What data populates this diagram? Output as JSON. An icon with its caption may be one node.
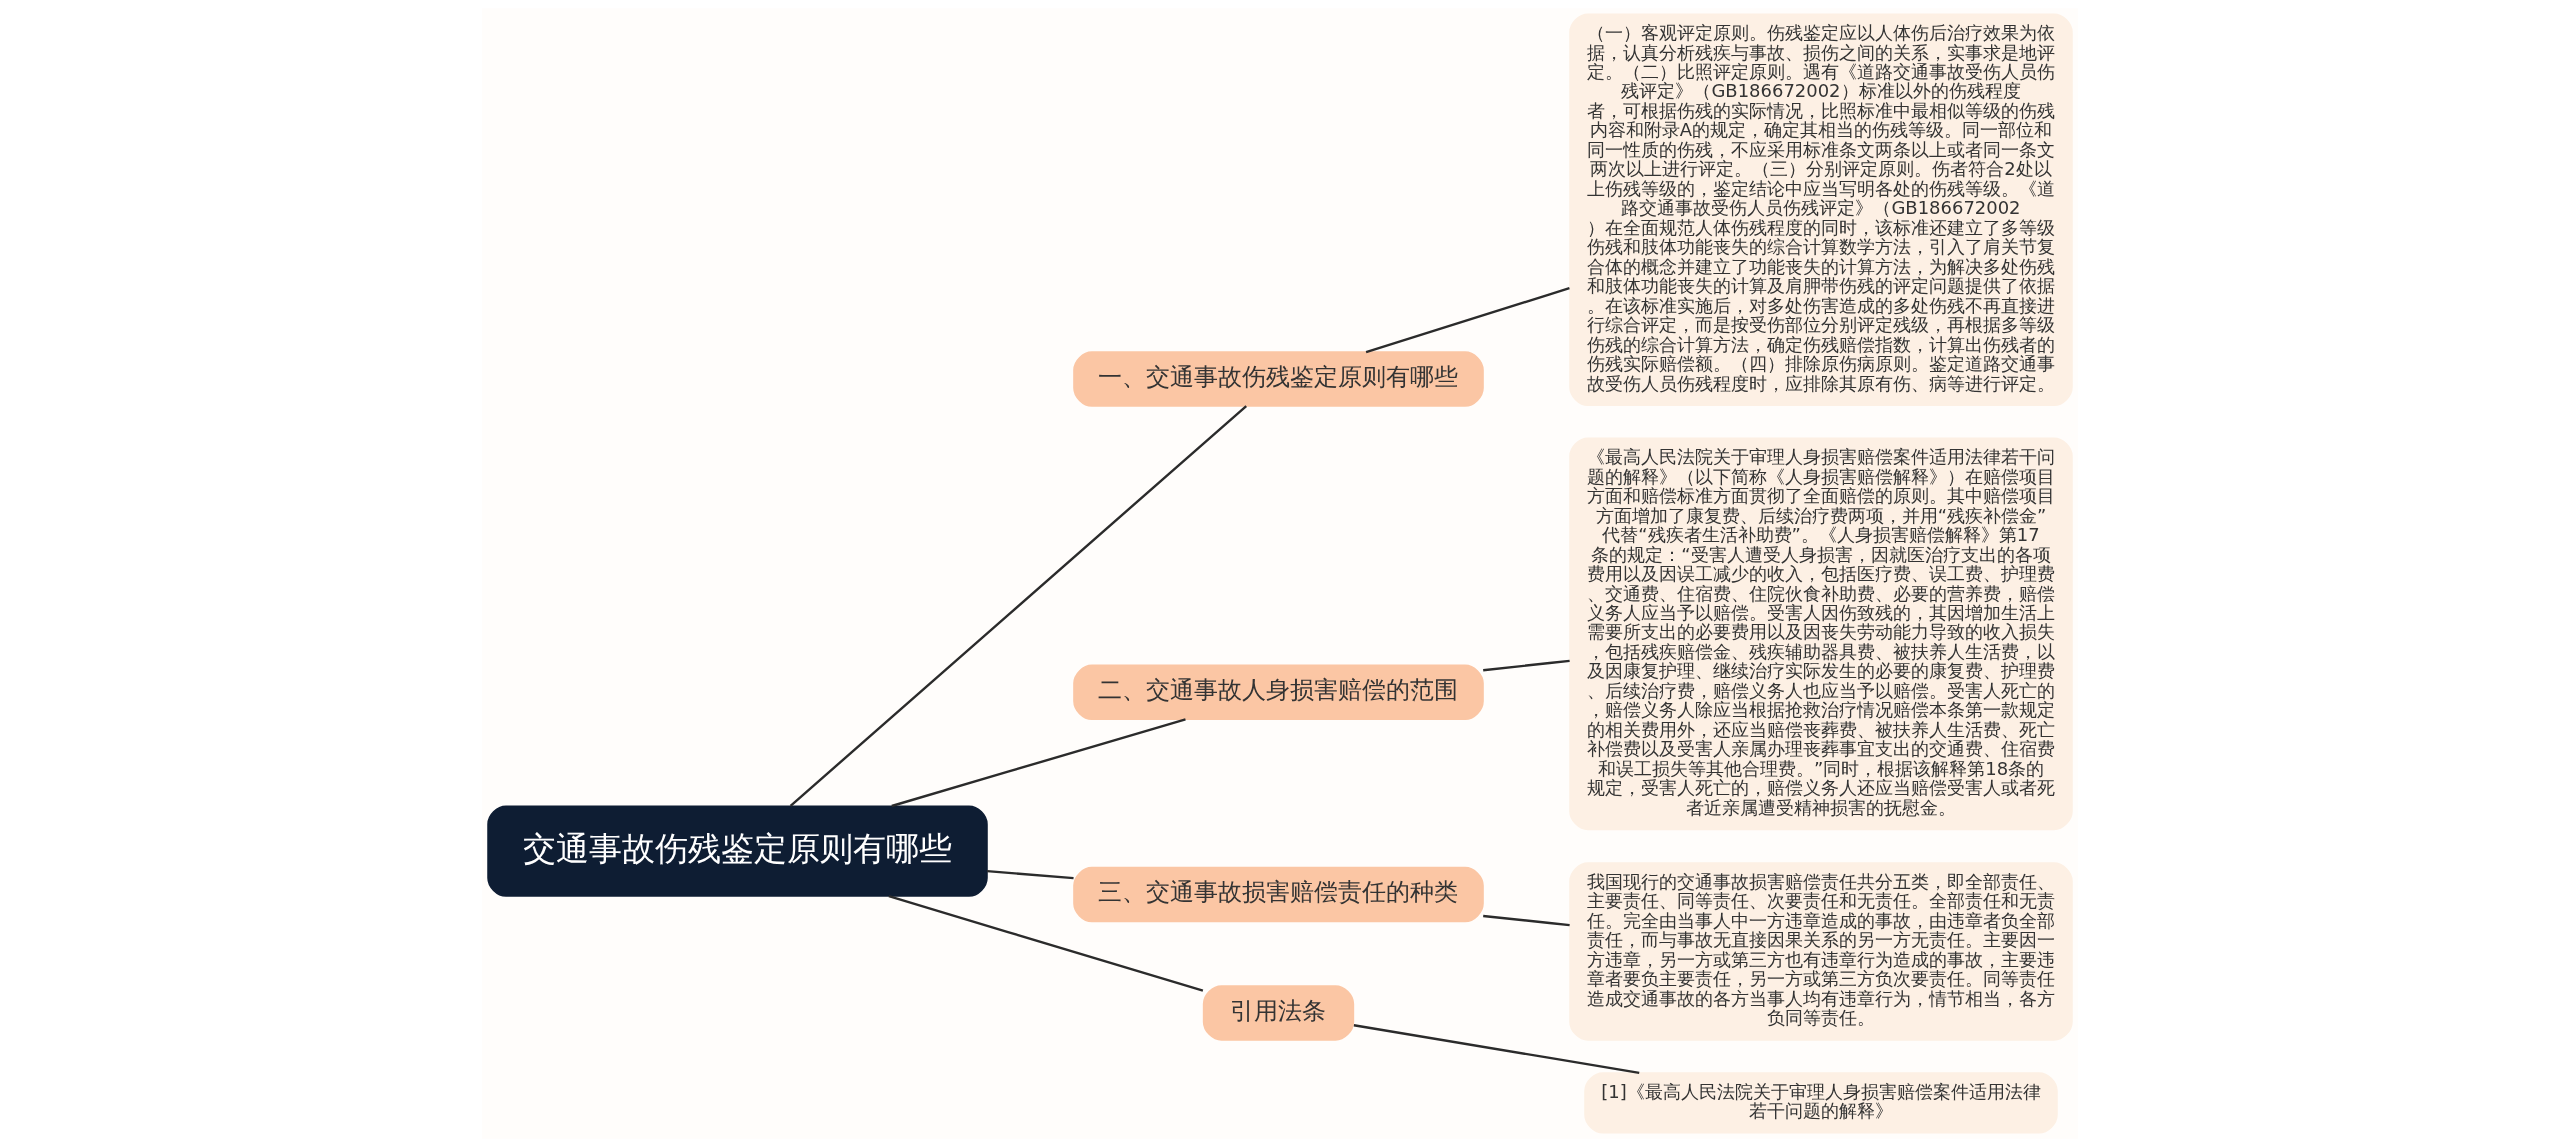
{
  "diagram": {
    "nodes": [
      {
        "text": [
          "交通事故伤残鉴定原则有哪些"
        ]
      },
      {
        "text": [
          "一、交通事故伤残鉴定原则有哪些"
        ]
      },
      {
        "text": [
          "（一）客观评定原则。伤残鉴定应以人体伤后治疗效果为依据，认真分析残疾与事故、损伤之间的关系，实事求是地评定。（二）比照评定原则。遇有《道路交通事故受伤人员伤残评定》（GB186672002）标准以外的伤残程度者，可根据伤残的实际情况，比照标准中最相似等级的伤残内容和附录A的规定，确定其相当的伤残等级。同一部位和同一性质的伤残，不应采用标准条文两条以上或者同一条文两次以上进行评定。（三）分别评定原则。伤者符合2处以上伤残等级的，鉴定结论中应当写明各处的伤残等级。《道路交通事故受伤人员伤残评定》（GB186672002）在全面规范人体伤残程度的同时，该标准还建立了多等级伤残和肢体功能丧失的综合计算数学方法，引入了肩关节复合体的概念并建立了功能丧失的计算方法，为解决多处伤残和肢体功能丧失的计算及肩胛带伤残的评定问题提供了依据。在该标准实施后，对多处伤害造成的多处伤残不再直接进行综合评定，而是按受伤部位分别评定残级，再根据多等级伤残的综合计算方法，确定伤残赔偿指数，计算出伤残者的伤残实际赔偿额。（四）排除原伤病原则。鉴定道路交通事故受伤人员伤残程度时，应排除其原有伤、病等进行评定。"
        ]
      },
      {
        "text": [
          "二、交通事故人身损害赔偿的范围"
        ]
      },
      {
        "text": [
          "《最高人民法院关于审理人身损害赔偿案件适用法律若干问题的解释》（以下简称《人身损害赔偿解释》）在赔偿项目方面和赔偿标准方面贯彻了全面赔偿的原则。其中赔偿项目方面增加了康复费、后续治疗费两项，并用“残疾补偿金”代替“残疾者生活补助费”。《人身损害赔偿解释》第17条的规定：“受害人遭受人身损害，因就医治疗支出的各项费用以及因误工减少的收入，包括医疗费、误工费、护理费、交通费、住宿费、住院伙食补助费、必要的营养费，赔偿义务人应当予以赔偿。受害人因伤致残的，其因增加生活上需要所支出的必要费用以及因丧失劳动能力导致的收入损失，包括残疾赔偿金、残疾辅助器具费、被扶养人生活费，以及因康复护理、继续治疗实际发生的必要的康复费、护理费、后续治疗费，赔偿义务人也应当予以赔偿。受害人死亡的，赔偿义务人除应当根据抢救治疗情况赔偿本条第一款规定的相关费用外，还应当赔偿丧葬费、被扶养人生活费、死亡补偿费以及受害人亲属办理丧葬事宜支出的交通费、住宿费和误工损失等其他合理费。”同时，根据该解释第18条的规定，受害人死亡的，赔偿义务人还应当赔偿受害人或者死者近亲属遭受精神损害的抚慰金。"
        ]
      },
      {
        "text": [
          "三、交通事故损害赔偿责任的种类"
        ]
      },
      {
        "text": [
          "我国现行的交通事故损害赔偿责任共分五类，即全部责任、主要责任、同等责任、次要责任和无责任。全部责任和无责任。完全由当事人中一方违章造成的事故，由违章者负全部责任，而与事故无直接因果关系的另一方无责任。主要因一方违章，另一方或第三方也有违章行为造成的事故，主要违章者要负主要责任，另一方或第三方负次要责任。同等责任造成交通事故的各方当事人均有违章行为，情节相当，各方负同等责任。"
        ]
      },
      {
        "text": [
          "引用法条"
        ]
      },
      {
        "text": [
          "[1]《最高人民法院关于审理人身损害赔偿案件适用法律若干问题的解释》"
        ]
      }
    ],
    "edges": [
      {
        "from": 0,
        "to": 1,
        "arrow": "none"
      },
      {
        "from": 1,
        "to": 2,
        "arrow": "none"
      },
      {
        "from": 0,
        "to": 3,
        "arrow": "none"
      },
      {
        "from": 3,
        "to": 4,
        "arrow": "none"
      },
      {
        "from": 0,
        "to": 5,
        "arrow": "none"
      },
      {
        "from": 5,
        "to": 6,
        "arrow": "none"
      },
      {
        "from": 0,
        "to": 7,
        "arrow": "none"
      },
      {
        "from": 7,
        "to": 8,
        "arrow": "none"
      }
    ]
  }
}
